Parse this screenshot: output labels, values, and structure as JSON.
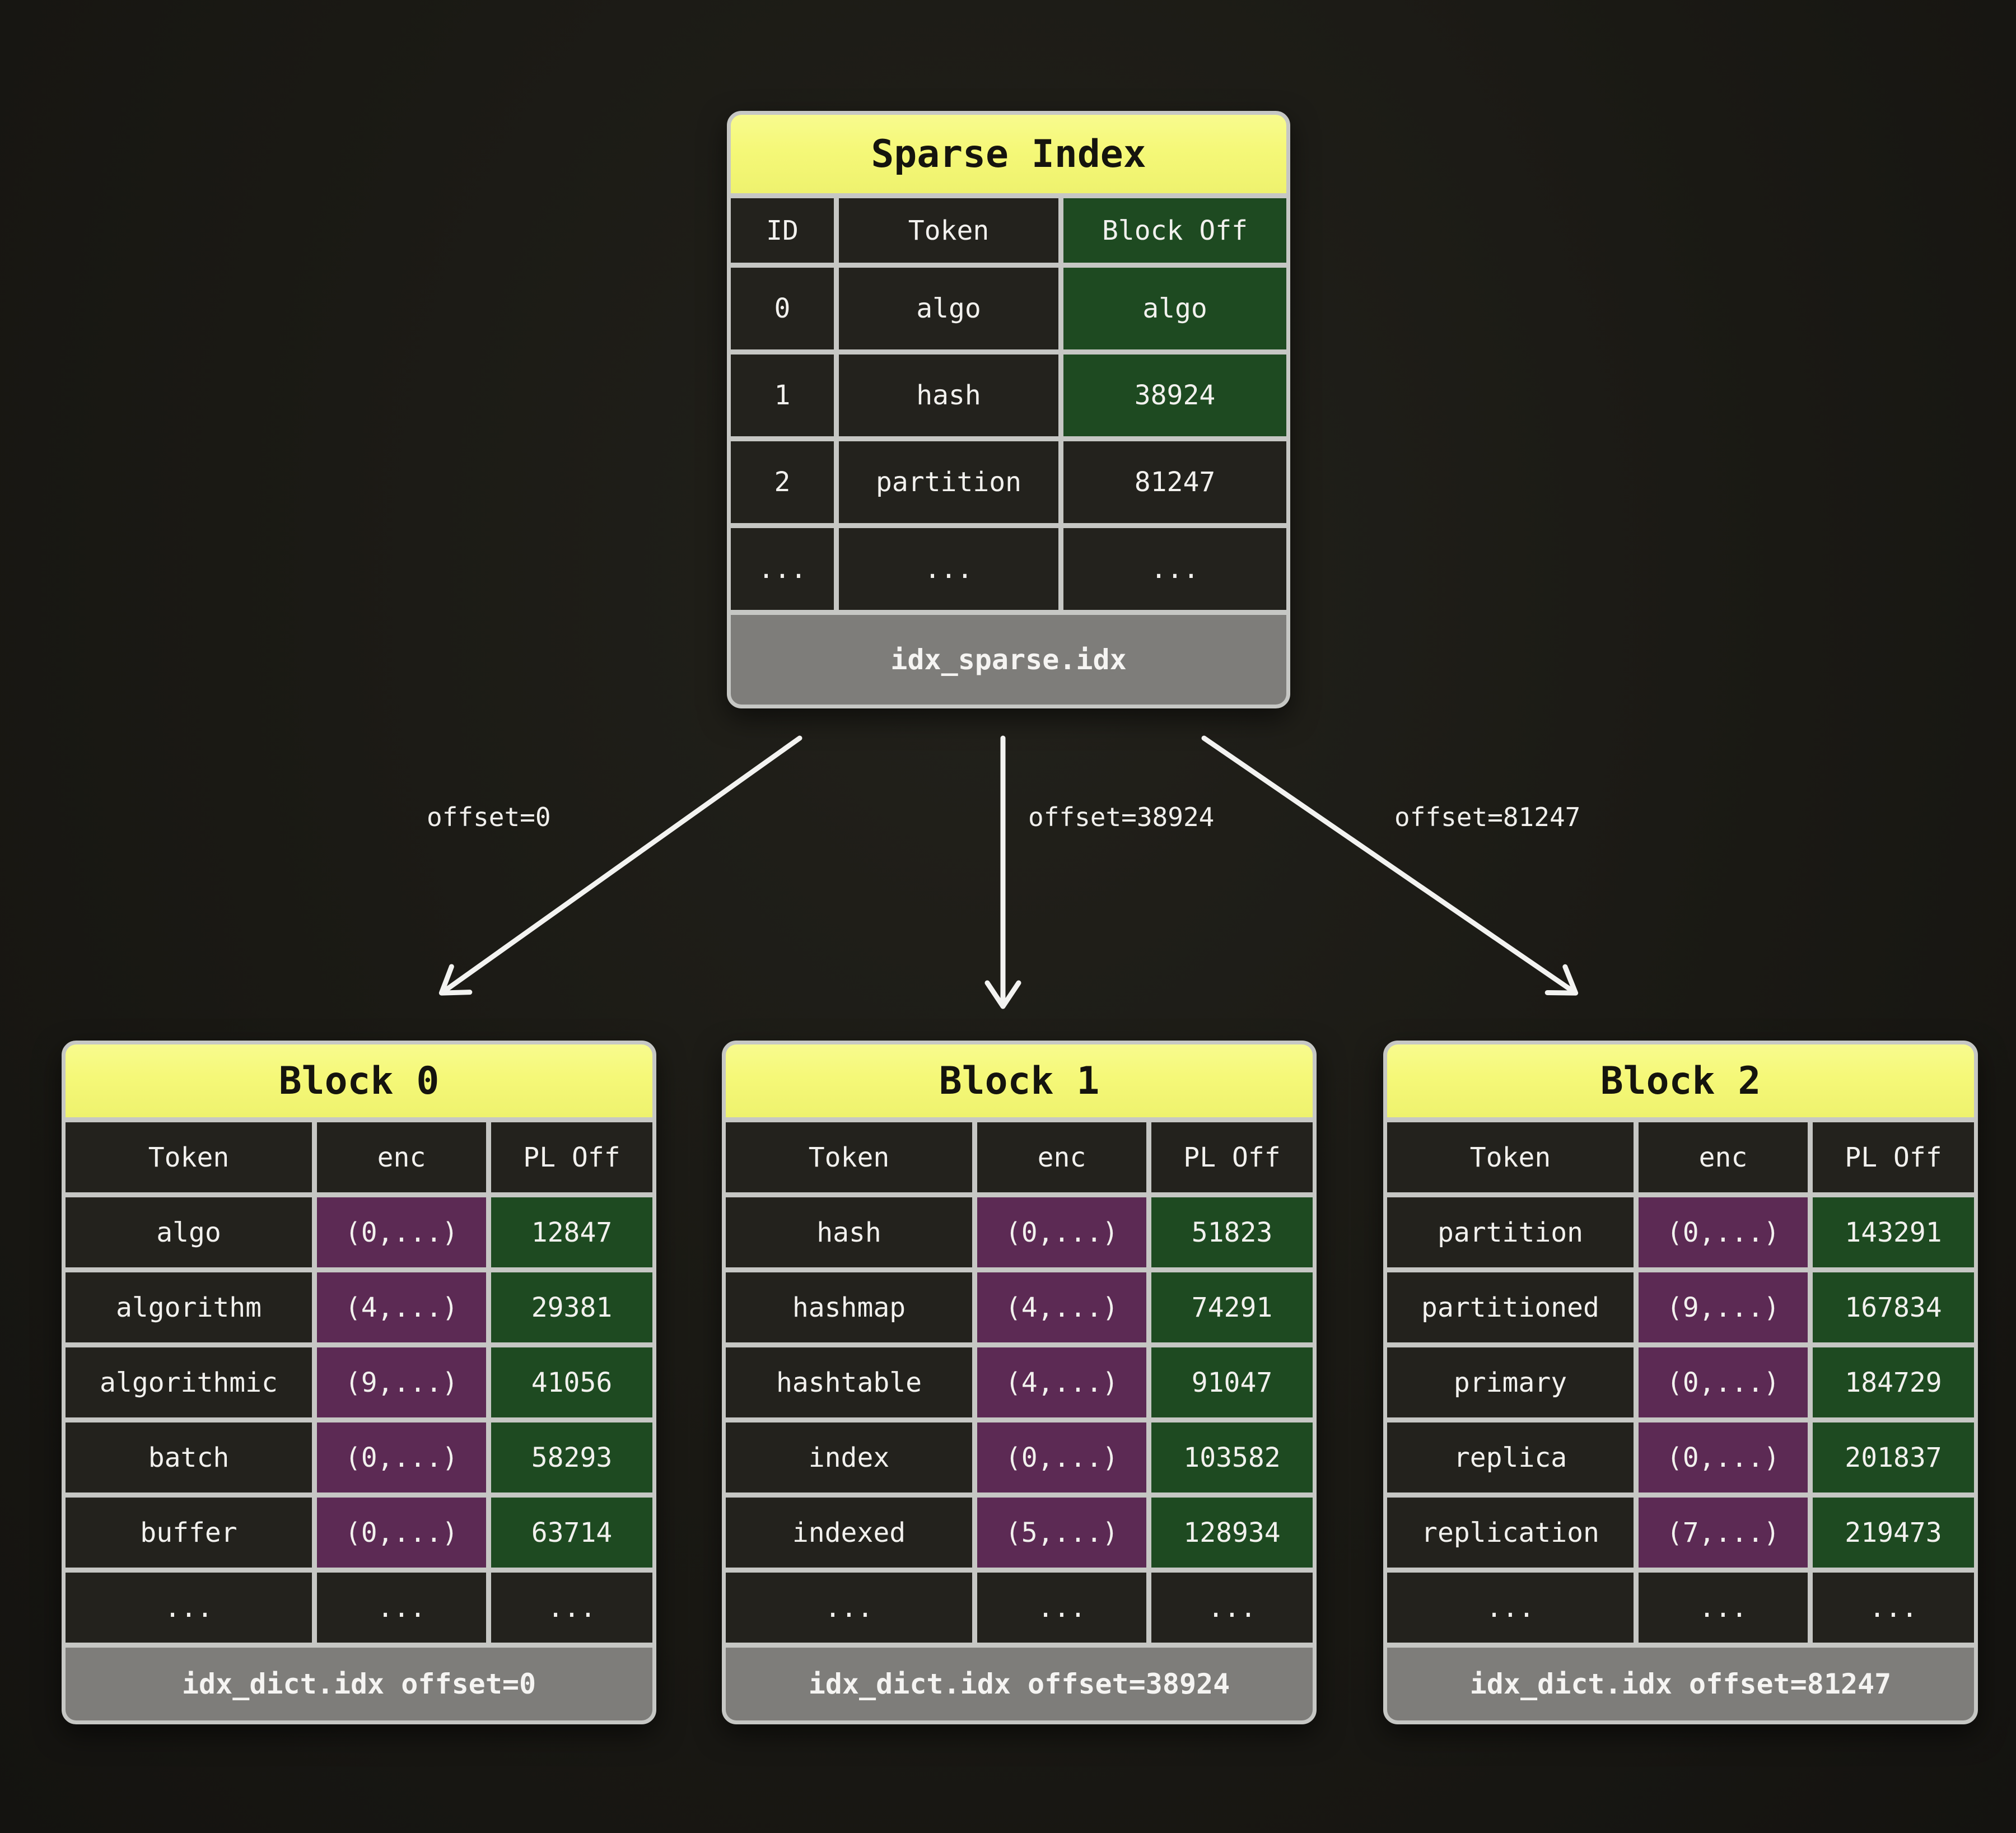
{
  "sparse_index": {
    "title": "Sparse Index",
    "columns": [
      "ID",
      "Token",
      "Block Off"
    ],
    "rows": [
      [
        "0",
        "algo",
        "algo"
      ],
      [
        "1",
        "hash",
        "38924"
      ],
      [
        "2",
        "partition",
        "81247"
      ],
      [
        "...",
        "...",
        "..."
      ]
    ],
    "footer": "idx_sparse.idx"
  },
  "arrows": [
    {
      "label": "offset=0"
    },
    {
      "label": "offset=38924"
    },
    {
      "label": "offset=81247"
    }
  ],
  "blocks": [
    {
      "title": "Block 0",
      "columns": [
        "Token",
        "enc",
        "PL Off"
      ],
      "rows": [
        [
          "algo",
          "(0,...)",
          "12847"
        ],
        [
          "algorithm",
          "(4,...)",
          "29381"
        ],
        [
          "algorithmic",
          "(9,...)",
          "41056"
        ],
        [
          "batch",
          "(0,...)",
          "58293"
        ],
        [
          "buffer",
          "(0,...)",
          "63714"
        ],
        [
          "...",
          "...",
          "..."
        ]
      ],
      "footer": "idx_dict.idx offset=0"
    },
    {
      "title": "Block 1",
      "columns": [
        "Token",
        "enc",
        "PL Off"
      ],
      "rows": [
        [
          "hash",
          "(0,...)",
          "51823"
        ],
        [
          "hashmap",
          "(4,...)",
          "74291"
        ],
        [
          "hashtable",
          "(4,...)",
          "91047"
        ],
        [
          "index",
          "(0,...)",
          "103582"
        ],
        [
          "indexed",
          "(5,...)",
          "128934"
        ],
        [
          "...",
          "...",
          "..."
        ]
      ],
      "footer": "idx_dict.idx offset=38924"
    },
    {
      "title": "Block 2",
      "columns": [
        "Token",
        "enc",
        "PL Off"
      ],
      "rows": [
        [
          "partition",
          "(0,...)",
          "143291"
        ],
        [
          "partitioned",
          "(9,...)",
          "167834"
        ],
        [
          "primary",
          "(0,...)",
          "184729"
        ],
        [
          "replica",
          "(0,...)",
          "201837"
        ],
        [
          "replication",
          "(7,...)",
          "219473"
        ],
        [
          "...",
          "...",
          "..."
        ]
      ],
      "footer": "idx_dict.idx offset=81247"
    }
  ],
  "colors": {
    "accent_yellow": "#f5f878",
    "cell_green": "#1e4a21",
    "cell_purple": "#5c2a54",
    "footer_gray": "#7e7d7a",
    "grid_gray": "#c6c7c4",
    "arrow_white": "#f3f3f1"
  }
}
